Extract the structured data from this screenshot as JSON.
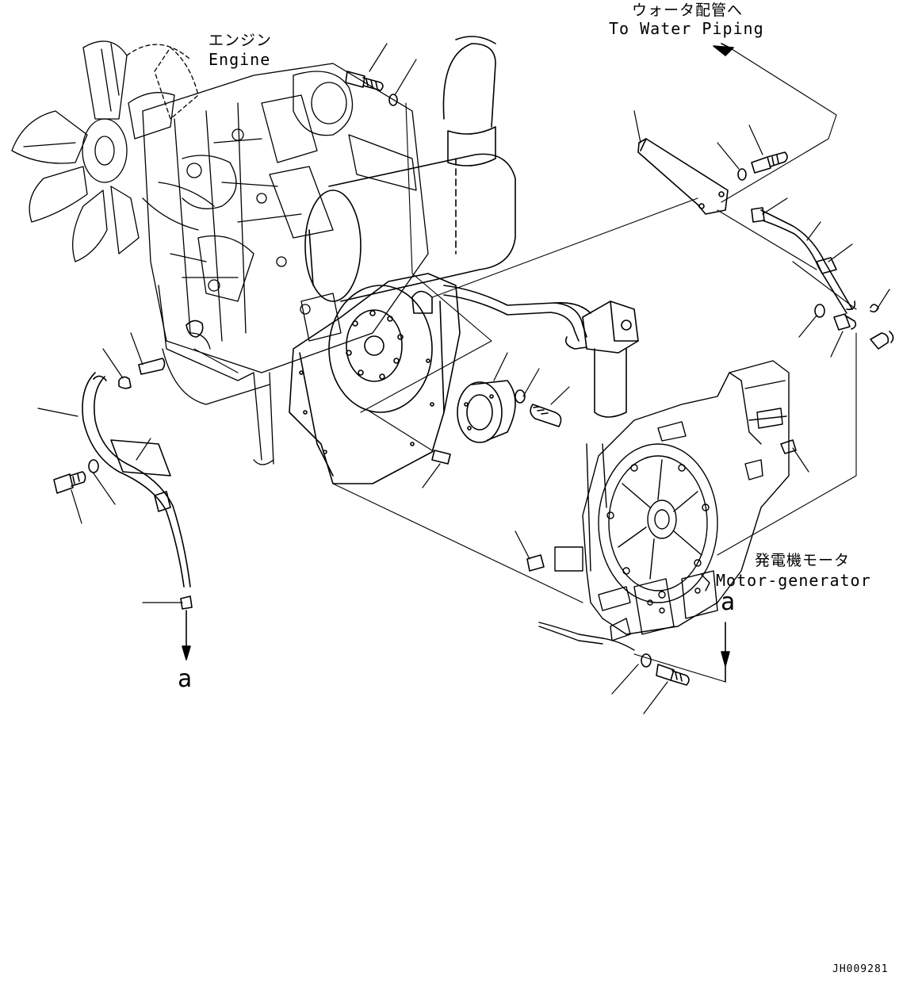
{
  "labels": {
    "engine_jp": "エンジン",
    "engine_en": "Engine",
    "water_jp": "ウォータ配管へ",
    "water_en": "To Water Piping",
    "motor_jp": "発電機モータ",
    "motor_en": "Motor-generator",
    "ref_a_left": "a",
    "ref_a_right": "a",
    "drawing_code": "JH009281"
  }
}
